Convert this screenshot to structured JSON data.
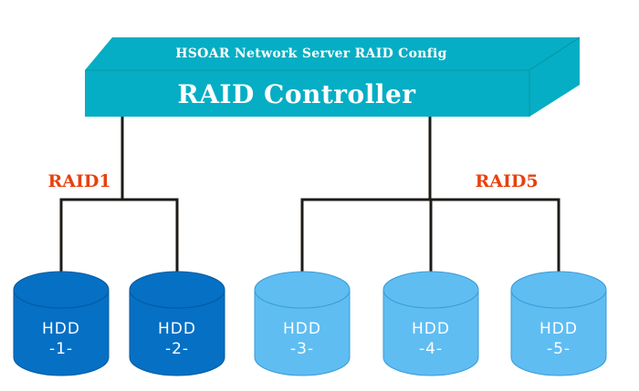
{
  "controller": {
    "subtitle": "HSOAR Network Server RAID Config",
    "title": "RAID Controller",
    "colors": {
      "front": "#05AEC4",
      "top": "#05AEC4",
      "side": "#05AEC4",
      "edge": "#0a8f9e",
      "text": "#ffffff"
    }
  },
  "groups": [
    {
      "label": "RAID1",
      "color": "#E8400F",
      "disks": [
        0,
        1
      ]
    },
    {
      "label": "RAID5",
      "color": "#E8400F",
      "disks": [
        2,
        3,
        4
      ]
    }
  ],
  "disks": [
    {
      "name": "HDD",
      "index": "-1-",
      "fill": "#0570C4",
      "edge": "#035a9e"
    },
    {
      "name": "HDD",
      "index": "-2-",
      "fill": "#0570C4",
      "edge": "#035a9e"
    },
    {
      "name": "HDD",
      "index": "-3-",
      "fill": "#5FBDF2",
      "edge": "#3a9bd6"
    },
    {
      "name": "HDD",
      "index": "-4-",
      "fill": "#5FBDF2",
      "edge": "#3a9bd6"
    },
    {
      "name": "HDD",
      "index": "-5-",
      "fill": "#5FBDF2",
      "edge": "#3a9bd6"
    }
  ],
  "connector_color": "#1e1b17"
}
